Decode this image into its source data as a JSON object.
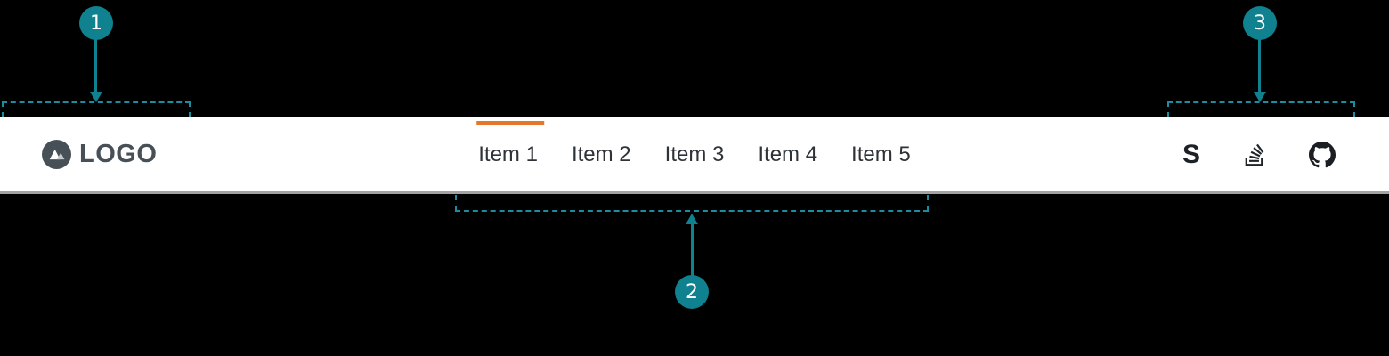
{
  "navbar": {
    "logo": {
      "text": "LOGO",
      "icon": "mountain-circle"
    },
    "items": [
      {
        "label": "Item 1",
        "active": true
      },
      {
        "label": "Item 2",
        "active": false
      },
      {
        "label": "Item 3",
        "active": false
      },
      {
        "label": "Item 4",
        "active": false
      },
      {
        "label": "Item 5",
        "active": false
      }
    ],
    "social": [
      {
        "name": "stack-exchange",
        "glyph": "S"
      },
      {
        "name": "stack-overflow"
      },
      {
        "name": "github"
      }
    ]
  },
  "annotations": {
    "badge_1": "1",
    "badge_2": "2",
    "badge_3": "3",
    "region_1_target": "logo area",
    "region_2_target": "navigation items",
    "region_3_target": "social icons"
  },
  "colors": {
    "background": "#000000",
    "teal": "#0f818f",
    "dash": "#1d8c9e",
    "orange": "#e4772a",
    "logo": "#485057",
    "nav_text": "#2e3338",
    "navbar_border": "#a3a3a3"
  }
}
